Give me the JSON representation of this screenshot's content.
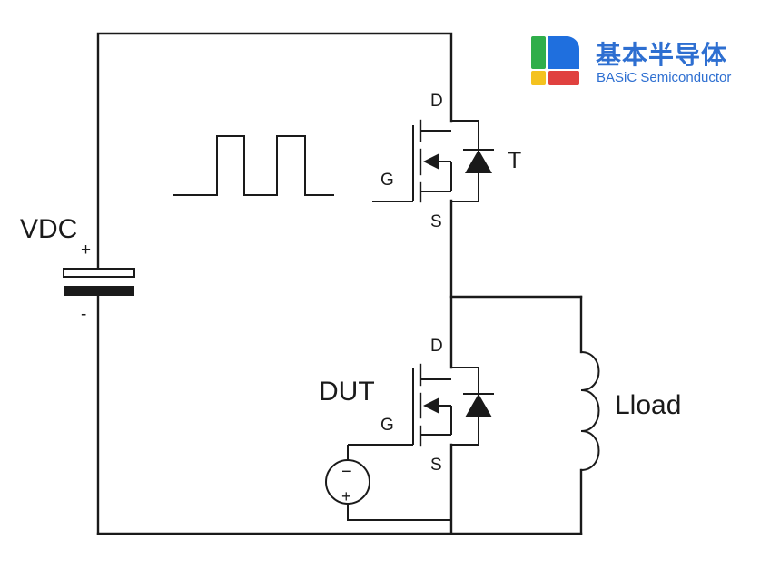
{
  "logo": {
    "name_cn": "基本半导体",
    "name_en": "BASiC Semiconductor",
    "colors": {
      "green": "#2fae4a",
      "blue": "#1f6fde",
      "yellow": "#f4c21f",
      "red": "#e0413f"
    }
  },
  "labels": {
    "vdc": "VDC",
    "plus": "+",
    "minus": "-",
    "top_switch": "T",
    "dut": "DUT",
    "load": "Lload",
    "drain": "D",
    "gate": "G",
    "source": "S",
    "source_minus": "−",
    "source_plus": "+"
  },
  "colors": {
    "wire": "#1a1a1a",
    "background": "#ffffff"
  }
}
